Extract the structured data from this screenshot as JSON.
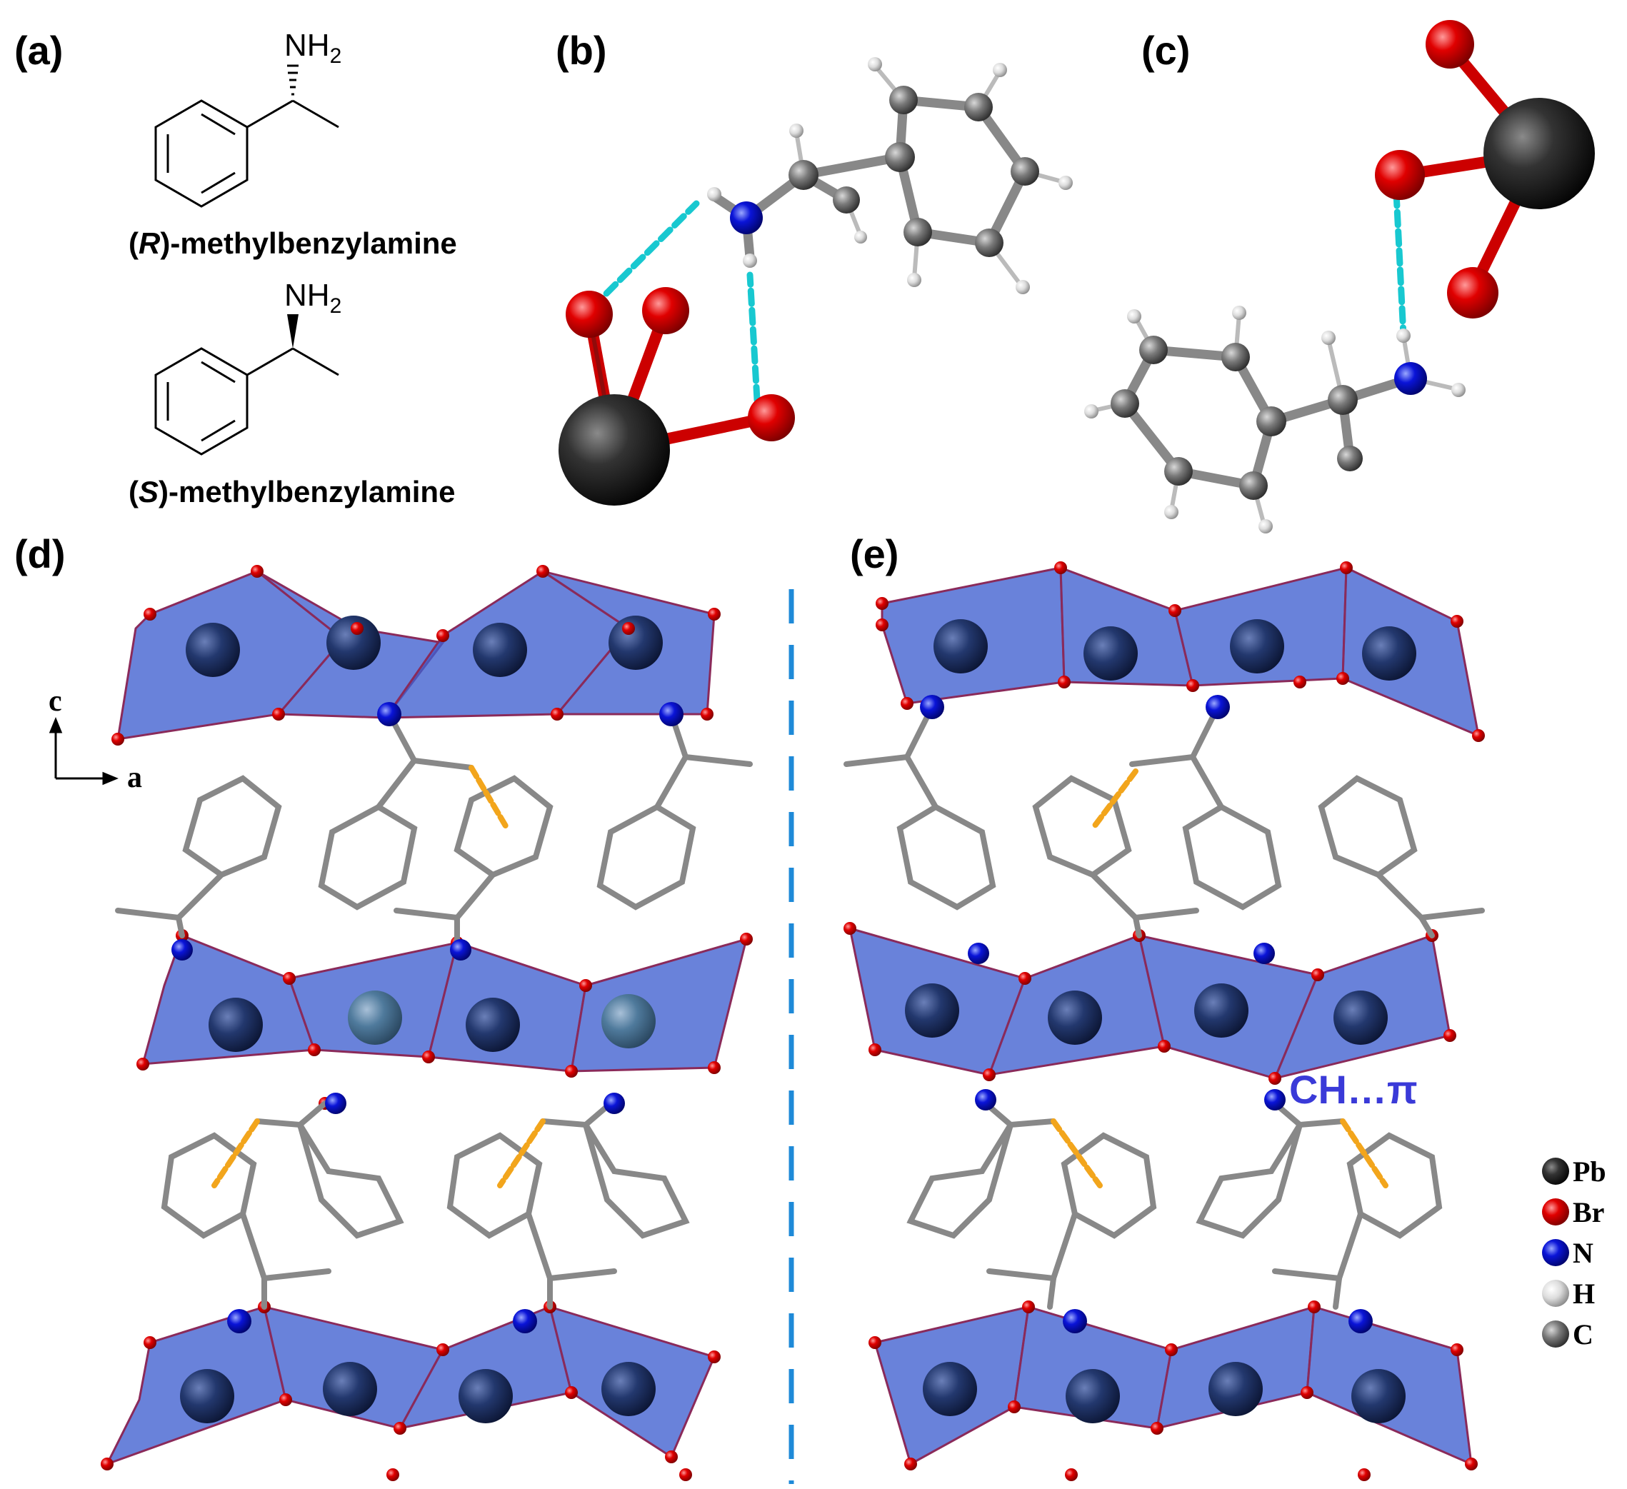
{
  "panels": {
    "a": "(a)",
    "b": "(b)",
    "c": "(c)",
    "d": "(d)",
    "e": "(e)"
  },
  "structures": {
    "amine_group": "NH",
    "amine_subscript": "2",
    "r_prefix_open": "(",
    "r_letter": "R",
    "r_suffix": ")-methylbenzylamine",
    "s_prefix_open": "(",
    "s_letter": "S",
    "s_suffix": ")-methylbenzylamine"
  },
  "axes": {
    "c": "c",
    "a": "a"
  },
  "annotation": "CH…π",
  "legend": [
    {
      "label": "Pb",
      "color": "#222222"
    },
    {
      "label": "Br",
      "color": "#e00000"
    },
    {
      "label": "N",
      "color": "#0a14d8"
    },
    {
      "label": "H",
      "color": "#d8d8d8"
    },
    {
      "label": "C",
      "color": "#777777"
    }
  ],
  "colors": {
    "octahedra": "#3f5fcf",
    "hbond": "#18c8d0",
    "chpi": "#f2a51c",
    "mirror_line": "#1e8ad8"
  }
}
